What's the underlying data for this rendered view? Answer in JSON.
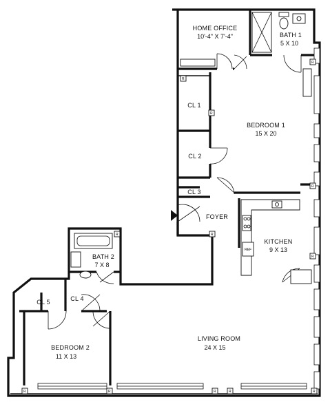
{
  "plan": {
    "rooms": [
      {
        "key": "home-office",
        "name": "HOME OFFICE",
        "size": "10'-4\" X 7'-4\""
      },
      {
        "key": "bath-1",
        "name": "BATH 1",
        "size": "5 X 10"
      },
      {
        "key": "bedroom-1",
        "name": "BEDROOM 1",
        "size": "15 X 20"
      },
      {
        "key": "cl-1",
        "name": "CL 1",
        "size": ""
      },
      {
        "key": "cl-2",
        "name": "CL 2",
        "size": ""
      },
      {
        "key": "cl-3",
        "name": "CL 3",
        "size": ""
      },
      {
        "key": "foyer",
        "name": "FOYER",
        "size": ""
      },
      {
        "key": "kitchen",
        "name": "KITCHEN",
        "size": "9 X 13"
      },
      {
        "key": "bath-2",
        "name": "BATH 2",
        "size": "7 X 8"
      },
      {
        "key": "cl-4",
        "name": "CL 4",
        "size": ""
      },
      {
        "key": "cl-5",
        "name": "CL 5",
        "size": ""
      },
      {
        "key": "bedroom-2",
        "name": "BEDROOM 2",
        "size": "11 X 13"
      },
      {
        "key": "living-room",
        "name": "LIVING ROOM",
        "size": "24 X 15"
      }
    ],
    "fixtures": {
      "ref": "REF"
    },
    "wall_tags": [
      "R",
      "R",
      "R",
      "R",
      "R",
      "R",
      "R",
      "R",
      "R",
      "R",
      "R",
      "R"
    ]
  }
}
